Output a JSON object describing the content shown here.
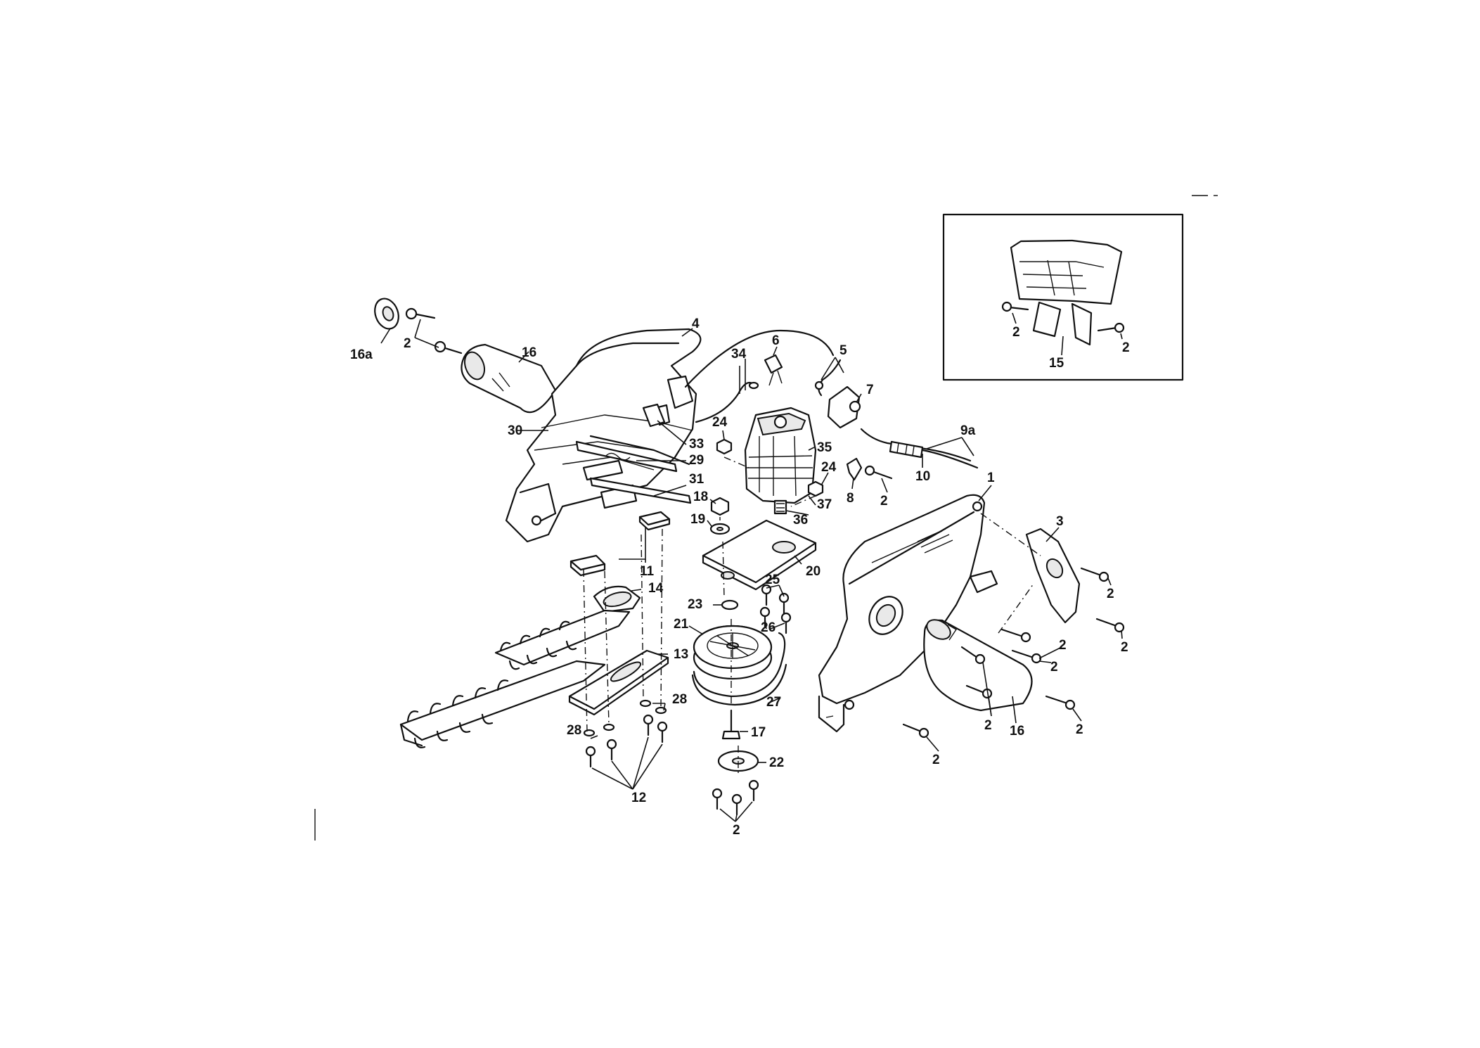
{
  "diagram": {
    "labels": {
      "l1": "1",
      "l2": "2",
      "l3": "3",
      "l4": "4",
      "l5": "5",
      "l6": "6",
      "l7": "7",
      "l8": "8",
      "l9a": "9a",
      "l10": "10",
      "l11": "11",
      "l12": "12",
      "l13": "13",
      "l14": "14",
      "l15": "15",
      "l16": "16",
      "l16a": "16a",
      "l17": "17",
      "l18": "18",
      "l19": "19",
      "l20": "20",
      "l21": "21",
      "l22": "22",
      "l23": "23",
      "l24": "24",
      "l25": "25",
      "l26": "26",
      "l27": "27",
      "l28": "28",
      "l29": "29",
      "l30": "30",
      "l31": "31",
      "l33": "33",
      "l34": "34",
      "l35": "35",
      "l36": "36",
      "l37": "37"
    }
  }
}
